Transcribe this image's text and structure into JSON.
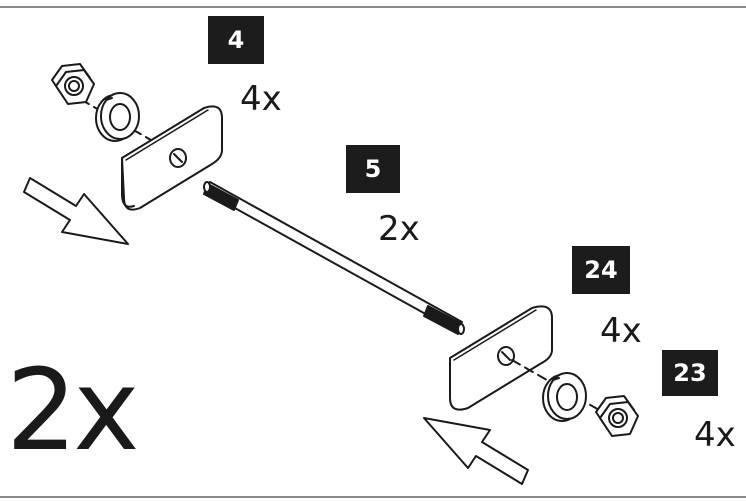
{
  "parts": [
    {
      "id": "4",
      "quantity": "4x"
    },
    {
      "id": "5",
      "quantity": "2x"
    },
    {
      "id": "24",
      "quantity": "4x"
    },
    {
      "id": "23",
      "quantity": "4x"
    }
  ],
  "assembly_quantity": "2x",
  "colors": {
    "line": "#1a1a1a",
    "badge": "#1c1c1c",
    "badge_text": "#ffffff",
    "frame": "#8a8a8a"
  }
}
